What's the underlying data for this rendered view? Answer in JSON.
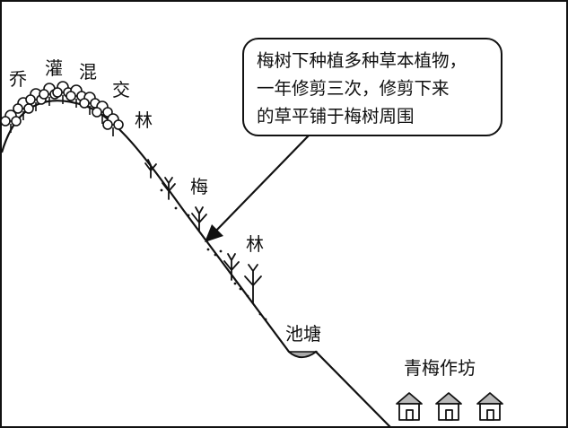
{
  "labels": {
    "forest_chars": [
      "乔",
      "灌",
      "混",
      "交",
      "林"
    ],
    "plum_chars": [
      "梅",
      "林"
    ],
    "pond": "池塘",
    "workshop": "青梅作坊"
  },
  "callout": {
    "lines": [
      "梅树下种植多种草本植物，",
      "一年修剪三次，修剪下来",
      "的草平铺于梅树周围"
    ]
  },
  "colors": {
    "ink": "#111111",
    "pond_fill": "#a9a9a9",
    "house_fill": "#b8b8b8",
    "background": "#ffffff"
  }
}
